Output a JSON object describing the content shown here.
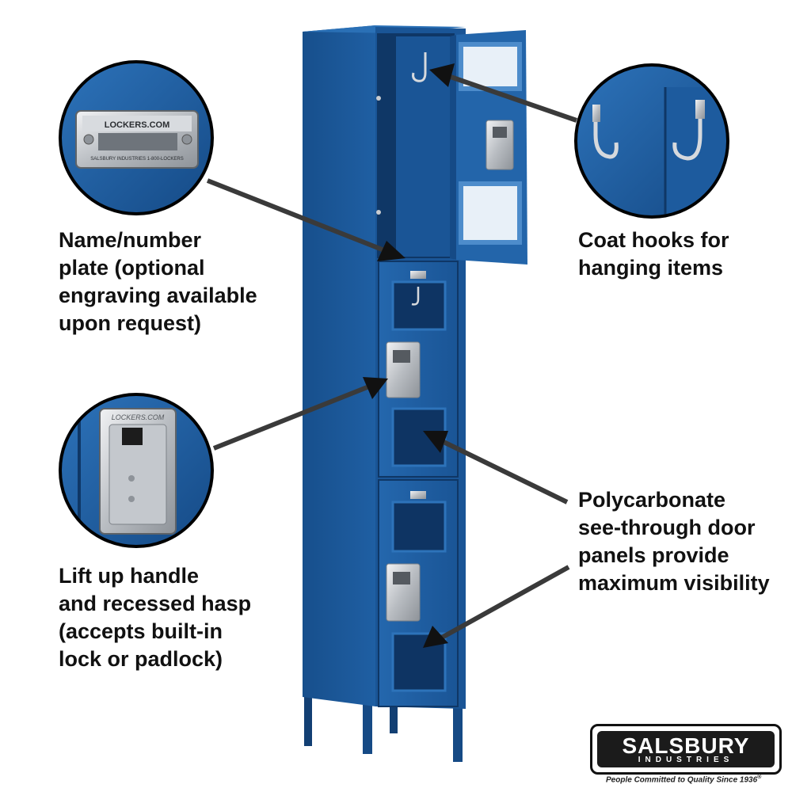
{
  "callouts": {
    "name_plate": {
      "lines": [
        "Name/number",
        "plate (optional",
        "engraving available",
        "upon request)"
      ],
      "plate_text": "LOCKERS.COM",
      "plate_subtext": "SALSBURY INDUSTRIES   1-800-LOCKERS"
    },
    "coat_hooks": {
      "lines": [
        "Coat hooks for",
        "hanging items"
      ]
    },
    "handle": {
      "lines": [
        "Lift up handle",
        "and recessed hasp",
        "(accepts built-in",
        "lock or padlock)"
      ],
      "plate_text": "LOCKERS.COM"
    },
    "panels": {
      "lines": [
        "Polycarbonate",
        "see-through door",
        "panels provide",
        "maximum visibility"
      ]
    }
  },
  "brand": {
    "name": "SALSBURY",
    "sub": "INDUSTRIES",
    "tagline": "People Committed to Quality Since 1936",
    "registered": "®"
  },
  "colors": {
    "locker_blue": "#1f5fa3",
    "locker_dark": "#123f73",
    "locker_light": "#3a7fc4",
    "metal": "#c9ccd0",
    "text": "#111111"
  },
  "icons": [
    "coat-hook-icon",
    "handle-icon",
    "name-plate-icon"
  ]
}
